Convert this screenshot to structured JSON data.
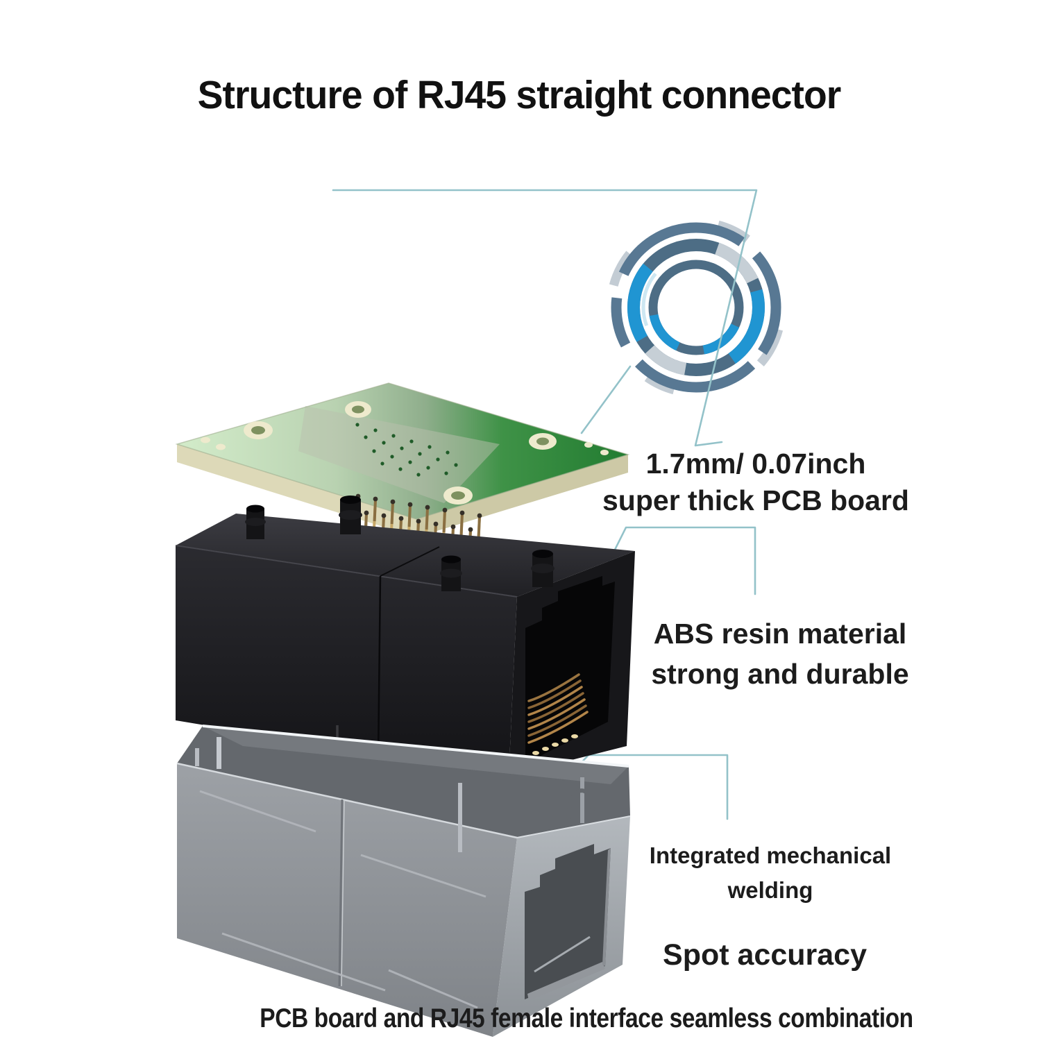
{
  "title": "Structure of RJ45 straight connector",
  "callouts": {
    "pcb_thickness": {
      "line1": "1.7mm/ 0.07inch",
      "line2": "super thick PCB board"
    },
    "abs_material": {
      "line1": "ABS resin material",
      "line2": "strong and durable"
    },
    "mechanical_welding": {
      "line1": "Integrated mechanical",
      "line2": "welding"
    },
    "spot_accuracy": "Spot accuracy",
    "bottom_caption": "PCB board and RJ45 female interface seamless combination"
  },
  "illustration": {
    "parts": [
      {
        "id": "magnifier-ring",
        "meaning": "zoom detail ring graphic"
      },
      {
        "id": "pcb-board",
        "meaning": "green PCB layer"
      },
      {
        "id": "abs-housing",
        "meaning": "black ABS resin coupler body"
      },
      {
        "id": "metal-shield",
        "meaning": "gray welded metal shield"
      }
    ],
    "colors": {
      "leader_line": "#93c2c9",
      "ring_slate": "#56758d",
      "ring_blue": "#2095d2",
      "ring_gray": "#c3ccd4",
      "pcb_green_dark": "#2e8b3a",
      "pcb_green_light": "#d2ecca",
      "pcb_edge_cream": "#d9d6b4",
      "housing_black": "#1a1a1d",
      "pin_gold": "#c7a868",
      "shield_gray": "#91959a",
      "text": "#1c1c1c"
    }
  }
}
